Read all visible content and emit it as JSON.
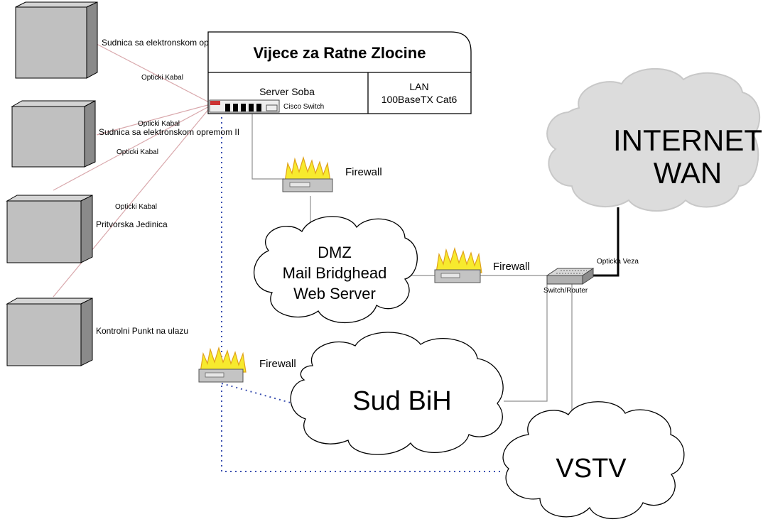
{
  "colors": {
    "fiber": "#d9a8ac",
    "uplink": "#8f8f8f",
    "dotted": "#3a4fb0",
    "flame": "#f7ea2e",
    "flame_edge": "#e0a21a",
    "device": "#b8b8b8"
  },
  "building": {
    "title": "Vijece za Ratne Zlocine",
    "server_room": "Server Soba",
    "switch": "Cisco Switch",
    "lan_line1": "LAN",
    "lan_line2": "100BaseTX Cat6"
  },
  "rooms": [
    {
      "label": "Sudnica sa elektronskom opremom I"
    },
    {
      "label": "Sudnica sa elektronskom opremom II"
    },
    {
      "label": "Pritvorska Jedinica"
    },
    {
      "label": "Kontrolni Punkt na ulazu"
    }
  ],
  "cables": [
    {
      "label": "Opticki Kabal"
    },
    {
      "label": "Opticki Kabal"
    },
    {
      "label": "Opticki Kabal"
    },
    {
      "label": "Opticki Kabal"
    }
  ],
  "firewalls": [
    {
      "label": "Firewall"
    },
    {
      "label": "Firewall"
    },
    {
      "label": "Firewall"
    }
  ],
  "dmz": {
    "line1": "DMZ",
    "line2": "Mail Bridghead",
    "line3": "Web Server"
  },
  "router": {
    "label": "Switch/Router"
  },
  "internet": {
    "line1": "INTERNET",
    "line2": "WAN",
    "link": "Opticka Veza"
  },
  "sud": {
    "label": "Sud BiH"
  },
  "vstv": {
    "label": "VSTV"
  },
  "icons": [
    "server-box-icon",
    "firewall-flame-icon",
    "switch-router-icon",
    "cloud-icon"
  ]
}
